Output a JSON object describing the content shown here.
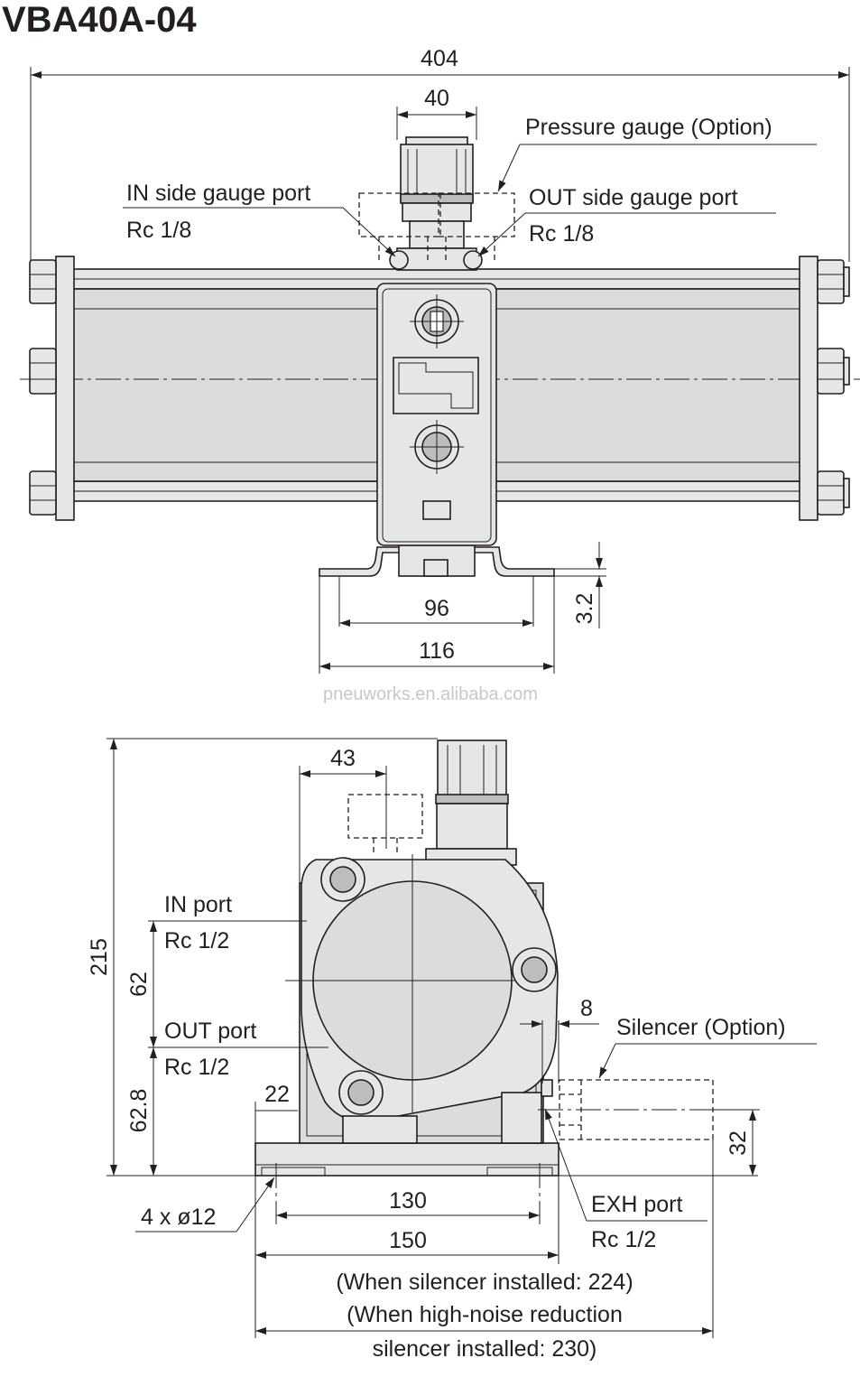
{
  "title": "VBA40A-04",
  "watermark": "pneuworks.en.alibaba.com",
  "front_view": {
    "dim_overall_width": "404",
    "dim_gauge_width": "40",
    "label_pressure_gauge": "Pressure gauge (Option)",
    "label_in_gauge_port": "IN side gauge port",
    "label_in_gauge_thread": "Rc 1/8",
    "label_out_gauge_port": "OUT side gauge port",
    "label_out_gauge_thread": "Rc 1/8",
    "dim_mount_inner": "96",
    "dim_mount_outer": "116",
    "dim_plate_thickness": "3.2"
  },
  "side_view": {
    "dim_height": "215",
    "dim_gauge_offset": "43",
    "dim_port_spacing": "62",
    "dim_out_port_height": "62.8",
    "label_in_port": "IN port",
    "label_in_thread": "Rc 1/2",
    "label_out_port": "OUT port",
    "label_out_thread": "Rc 1/2",
    "dim_silencer_offset": "8",
    "label_silencer": "Silencer (Option)",
    "dim_silencer_dia": "32",
    "dim_edge": "22",
    "label_holes": "4 x ø12",
    "dim_hole_pitch": "130",
    "dim_base_width": "150",
    "label_exh_port": "EXH port",
    "label_exh_thread": "Rc 1/2",
    "note_line1": "(When silencer installed: 224)",
    "note_line2": "(When high-noise reduction",
    "note_line3": "silencer installed: 230)"
  }
}
